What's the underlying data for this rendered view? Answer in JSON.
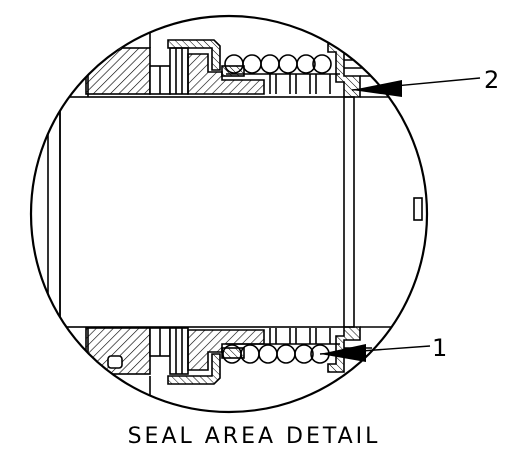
{
  "drawing": {
    "caption": "SEAL AREA DETAIL",
    "callouts": [
      {
        "id": "callout-2",
        "label": "2"
      },
      {
        "id": "callout-1",
        "label": "1"
      }
    ],
    "line_color": "#000000",
    "background": "#ffffff"
  }
}
